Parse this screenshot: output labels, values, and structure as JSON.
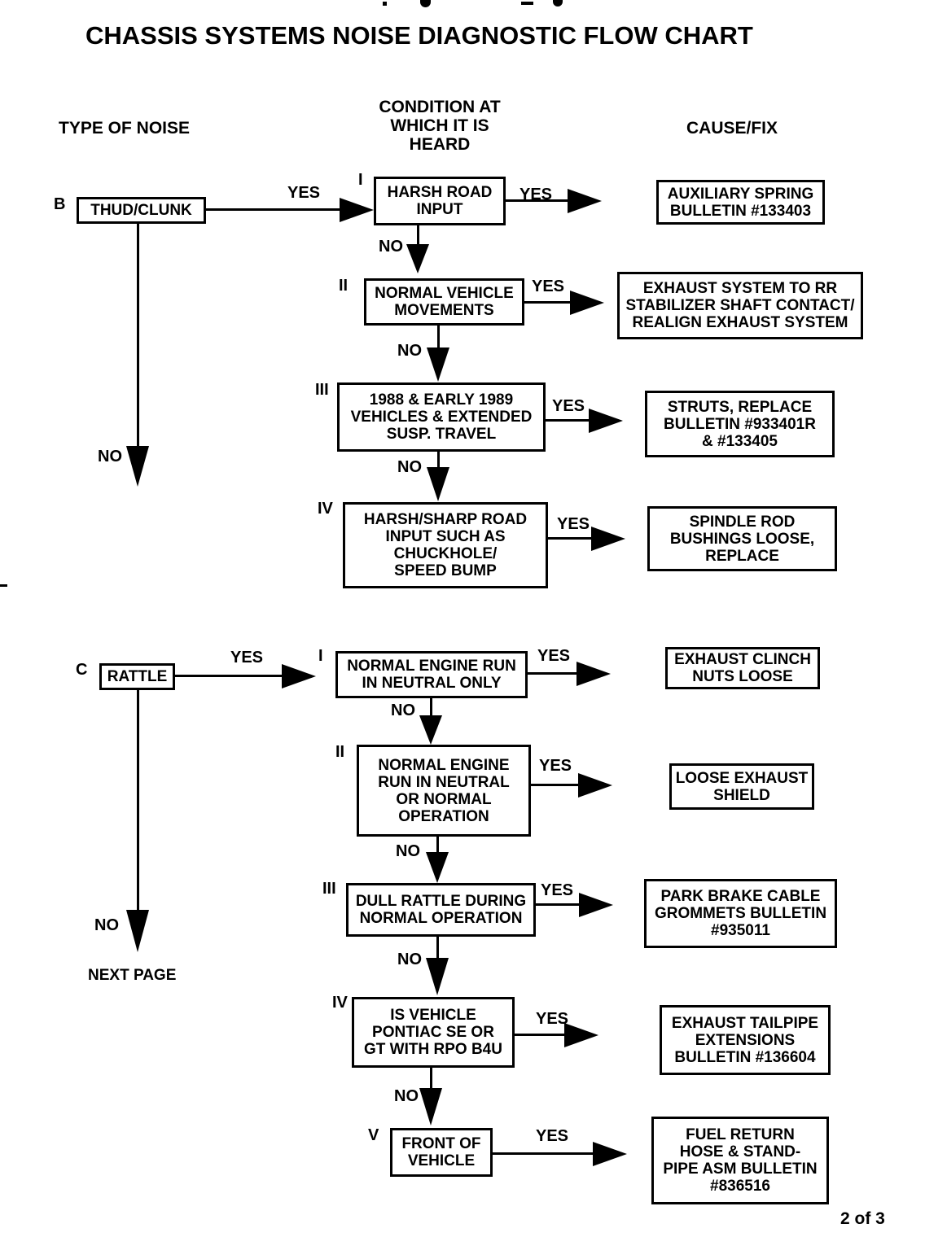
{
  "page": {
    "title": "CHASSIS SYSTEMS NOISE DIAGNOSTIC FLOW CHART",
    "page_number": "2 of 3"
  },
  "colors": {
    "ink": "#000000",
    "paper": "#ffffff"
  },
  "headers": {
    "type_of_noise": "TYPE OF NOISE",
    "condition": "CONDITION AT\nWHICH IT IS\nHEARD",
    "cause_fix": "CAUSE/FIX"
  },
  "labels": {
    "yes": "YES",
    "no": "NO",
    "next_page": "NEXT PAGE"
  },
  "sections": [
    {
      "id": "B",
      "type_of_noise": "THUD/CLUNK",
      "steps": [
        {
          "numeral": "I",
          "condition": "HARSH ROAD\nINPUT",
          "cause": "AUXILIARY SPRING\nBULLETIN #133403"
        },
        {
          "numeral": "II",
          "condition": "NORMAL VEHICLE\nMOVEMENTS",
          "cause": "EXHAUST SYSTEM TO RR\nSTABILIZER SHAFT CONTACT/\nREALIGN EXHAUST SYSTEM"
        },
        {
          "numeral": "III",
          "condition": "1988 & EARLY 1989\nVEHICLES & EXTENDED\nSUSP. TRAVEL",
          "cause": "STRUTS, REPLACE\nBULLETIN #933401R\n& #133405"
        },
        {
          "numeral": "IV",
          "condition": "HARSH/SHARP ROAD\nINPUT SUCH AS\nCHUCKHOLE/\nSPEED BUMP",
          "cause": "SPINDLE ROD\nBUSHINGS LOOSE,\nREPLACE"
        }
      ]
    },
    {
      "id": "C",
      "type_of_noise": "RATTLE",
      "no_exit": "NEXT PAGE",
      "steps": [
        {
          "numeral": "I",
          "condition": "NORMAL ENGINE RUN\nIN NEUTRAL ONLY",
          "cause": "EXHAUST CLINCH\nNUTS LOOSE"
        },
        {
          "numeral": "II",
          "condition": "NORMAL ENGINE\nRUN IN NEUTRAL\nOR NORMAL\nOPERATION",
          "cause": "LOOSE EXHAUST\nSHIELD"
        },
        {
          "numeral": "III",
          "condition": "DULL RATTLE DURING\nNORMAL OPERATION",
          "cause": "PARK BRAKE CABLE\nGROMMETS BULLETIN\n#935011"
        },
        {
          "numeral": "IV",
          "condition": "IS VEHICLE\nPONTIAC SE OR\nGT WITH RPO B4U",
          "cause": "EXHAUST TAILPIPE\nEXTENSIONS\nBULLETIN #136604"
        },
        {
          "numeral": "V",
          "condition": "FRONT OF\nVEHICLE",
          "cause": "FUEL RETURN\nHOSE & STAND-\nPIPE ASM BULLETIN\n#836516"
        }
      ]
    }
  ]
}
